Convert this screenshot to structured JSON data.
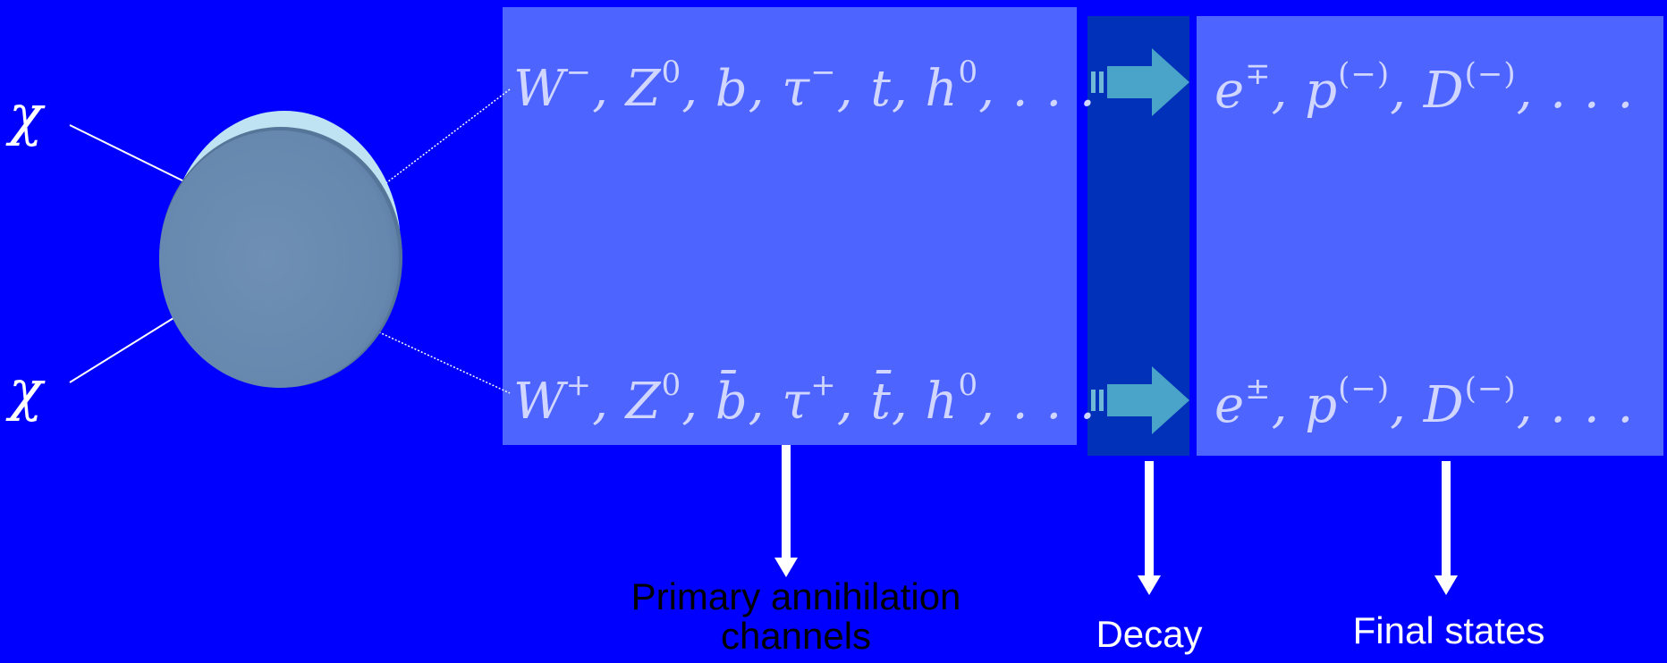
{
  "incoming": {
    "particle_top": "χ",
    "particle_bottom": "χ"
  },
  "primary_channels": {
    "top": [
      "W",
      "−",
      ", Z",
      "0",
      ", b, τ",
      "−",
      ", t, h",
      "0",
      ", . . ."
    ],
    "bottom": [
      "W",
      "+",
      ", Z",
      "0",
      ", b̄, τ",
      "+",
      ", t̄, h",
      "0",
      ", . . ."
    ]
  },
  "final_products": {
    "top": [
      "e",
      "∓",
      ", p",
      "(−)",
      ", D",
      "(−)",
      ", . . ."
    ],
    "bottom": [
      "e",
      "±",
      ", p",
      "(−)",
      ", D",
      "(−)",
      ", . . ."
    ]
  },
  "captions": {
    "primary_line1": "Primary annihilation",
    "primary_line2": "channels",
    "decay": "Decay",
    "final": "Final states"
  },
  "colors": {
    "background": "#0000fe",
    "panel": "#4d64ff",
    "decay_panel": "#0031b8",
    "blob": "#6b8cb0",
    "decay_arrow": "#4aa3c8"
  }
}
